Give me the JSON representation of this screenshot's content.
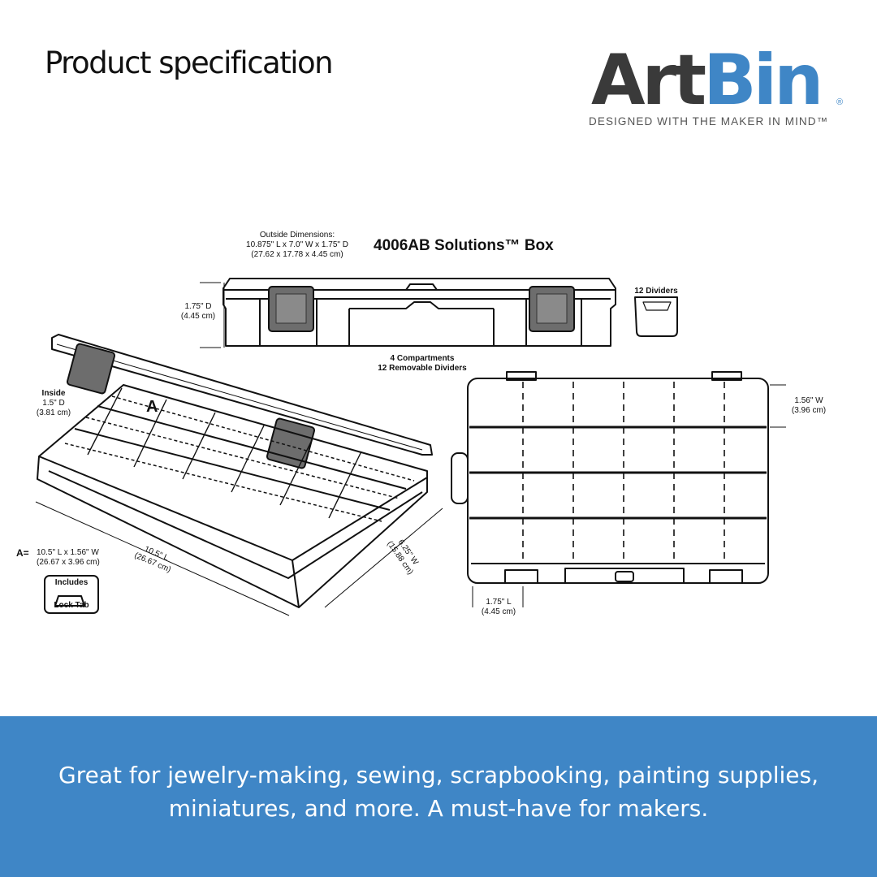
{
  "header": {
    "heading": "Product specification"
  },
  "logo": {
    "brand_part1": "Art",
    "brand_part2": "Bin",
    "registered_mark": "®",
    "tagline": "DESIGNED WITH THE MAKER IN MIND™"
  },
  "diagram": {
    "model_title": "4006AB  Solutions™ Box",
    "outside_dimensions": [
      "Outside Dimensions:",
      "10.875\" L x 7.0\" W x 1.75\" D",
      "(27.62 x 17.78 x 4.45 cm)"
    ],
    "side_height": [
      "1.75\" D",
      "(4.45 cm)"
    ],
    "dividers_label": "12 Dividers",
    "compartments": [
      "4 Compartments",
      "12 Removable Dividers"
    ],
    "inside_depth": [
      "Inside",
      "1.5\" D",
      "(3.81 cm)"
    ],
    "compartment_marker": "A",
    "compartment_a_size": [
      "10.5\" L x 1.56\" W",
      "(26.67 x 3.96 cm)"
    ],
    "compartment_a_prefix": "A=",
    "length_dim": [
      "10.5\" L",
      "(26.67 cm)"
    ],
    "width_dim": [
      "6.25\" W",
      "(15.88 cm)"
    ],
    "lock_tab": [
      "Includes",
      "Lock Tab"
    ],
    "top_width_dim": [
      "1.56\" W",
      "(3.96 cm)"
    ],
    "top_length_dim": [
      "1.75\" L",
      "(4.45 cm)"
    ]
  },
  "footer": {
    "text": "Great for jewelry-making, sewing, scrapbooking, painting supplies, miniatures, and more. A must-have for makers."
  }
}
